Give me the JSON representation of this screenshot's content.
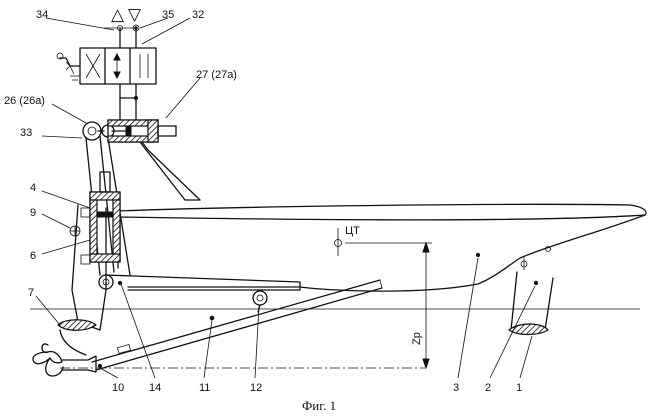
{
  "caption": "Фиг. 1",
  "labels": {
    "l34": "34",
    "l35": "35",
    "l32": "32",
    "l27": "27 (27a)",
    "l26": "26 (26a)",
    "l33": "33",
    "l4": "4",
    "l9": "9",
    "l6": "6",
    "l7": "7",
    "l10": "10",
    "l14": "14",
    "l11": "11",
    "l12": "12",
    "l3": "3",
    "l2": "2",
    "l1": "1",
    "cg": "ЦТ",
    "zp": "Zp"
  },
  "symbols": {
    "up_triangle": "△",
    "down_triangle": "▽"
  }
}
